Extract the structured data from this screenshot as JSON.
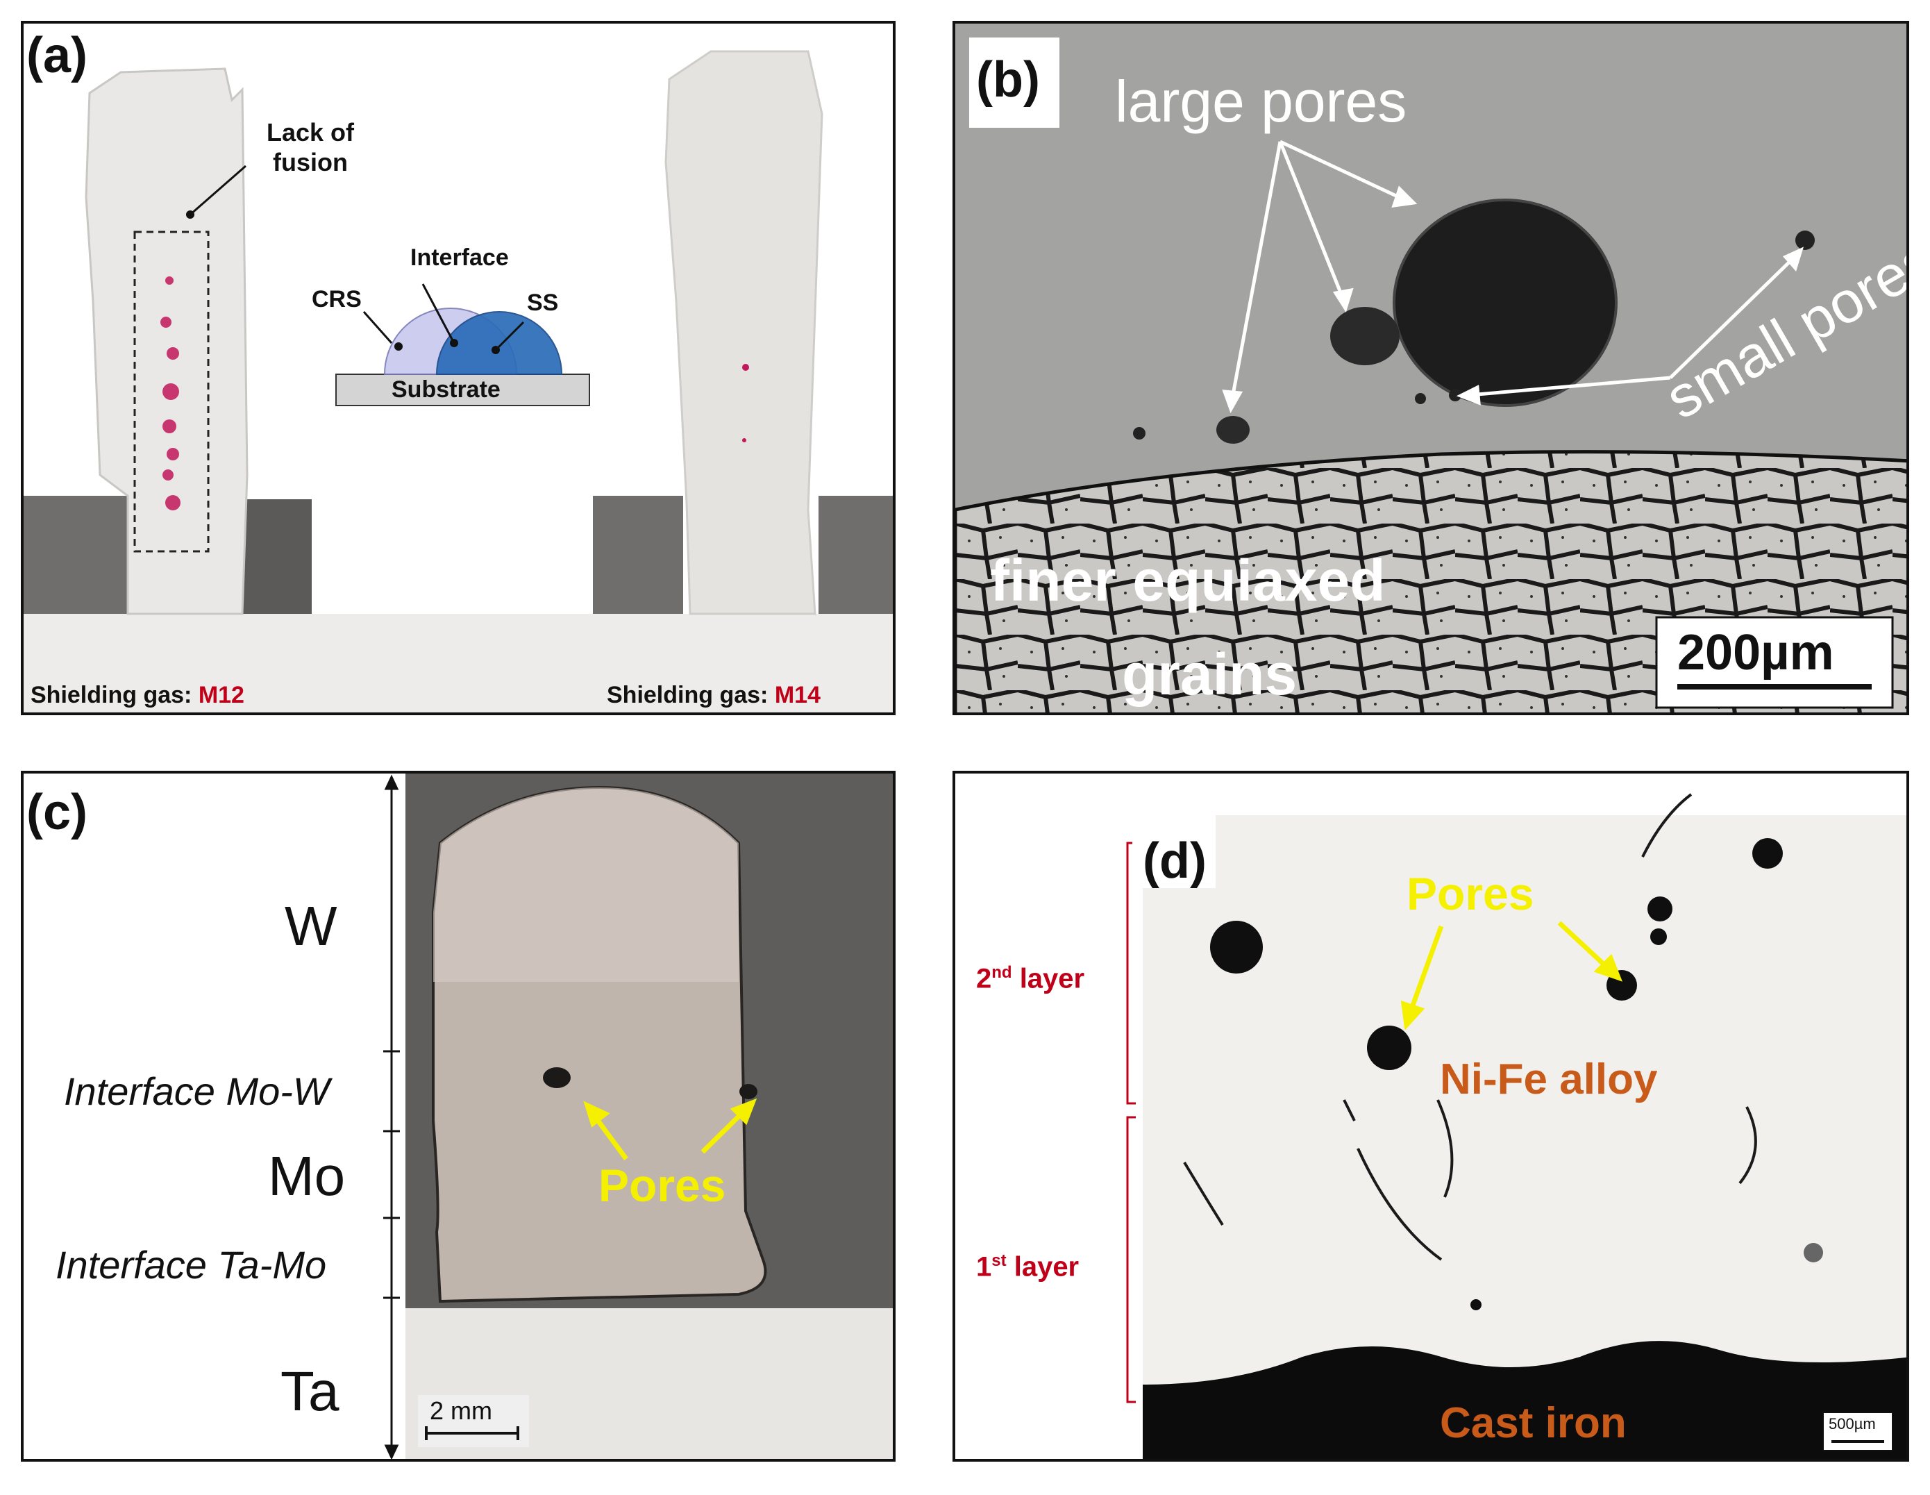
{
  "panel_a": {
    "label": "(a)",
    "lack_of_fusion": "Lack of\nfusion",
    "interface": "Interface",
    "crs": "CRS",
    "ss": "SS",
    "substrate": "Substrate",
    "caption_left_prefix": "Shielding gas: ",
    "caption_left_value": "M12",
    "caption_right_prefix": "Shielding gas: ",
    "caption_right_value": "M14"
  },
  "panel_b": {
    "label": "(b)",
    "large_pores": "large pores",
    "small_pores": "small pores",
    "finer_grains_line1": "finer equiaxed",
    "finer_grains_line2": "grains",
    "scale_bar": "200µm"
  },
  "panel_c": {
    "label": "(c)",
    "layer_w": "W",
    "interface_mo_w": "Interface Mo-W",
    "layer_mo": "Mo",
    "interface_ta_mo": "Interface Ta-Mo",
    "layer_ta": "Ta",
    "pores": "Pores",
    "scale_bar": "2 mm"
  },
  "panel_d": {
    "label": "(d)",
    "pores": "Pores",
    "second_layer_num": "2",
    "second_layer_sup": "nd",
    "second_layer_word": " layer",
    "first_layer_num": "1",
    "first_layer_sup": "st",
    "first_layer_word": " layer",
    "alloy": "Ni-Fe alloy",
    "cast_iron": "Cast iron",
    "scale_bar": "500µm"
  },
  "colors": {
    "red_label": "#c00018",
    "yellow_label": "#f4f000",
    "orange_label": "#c85a1a",
    "pink_pores": "#c2185b"
  }
}
